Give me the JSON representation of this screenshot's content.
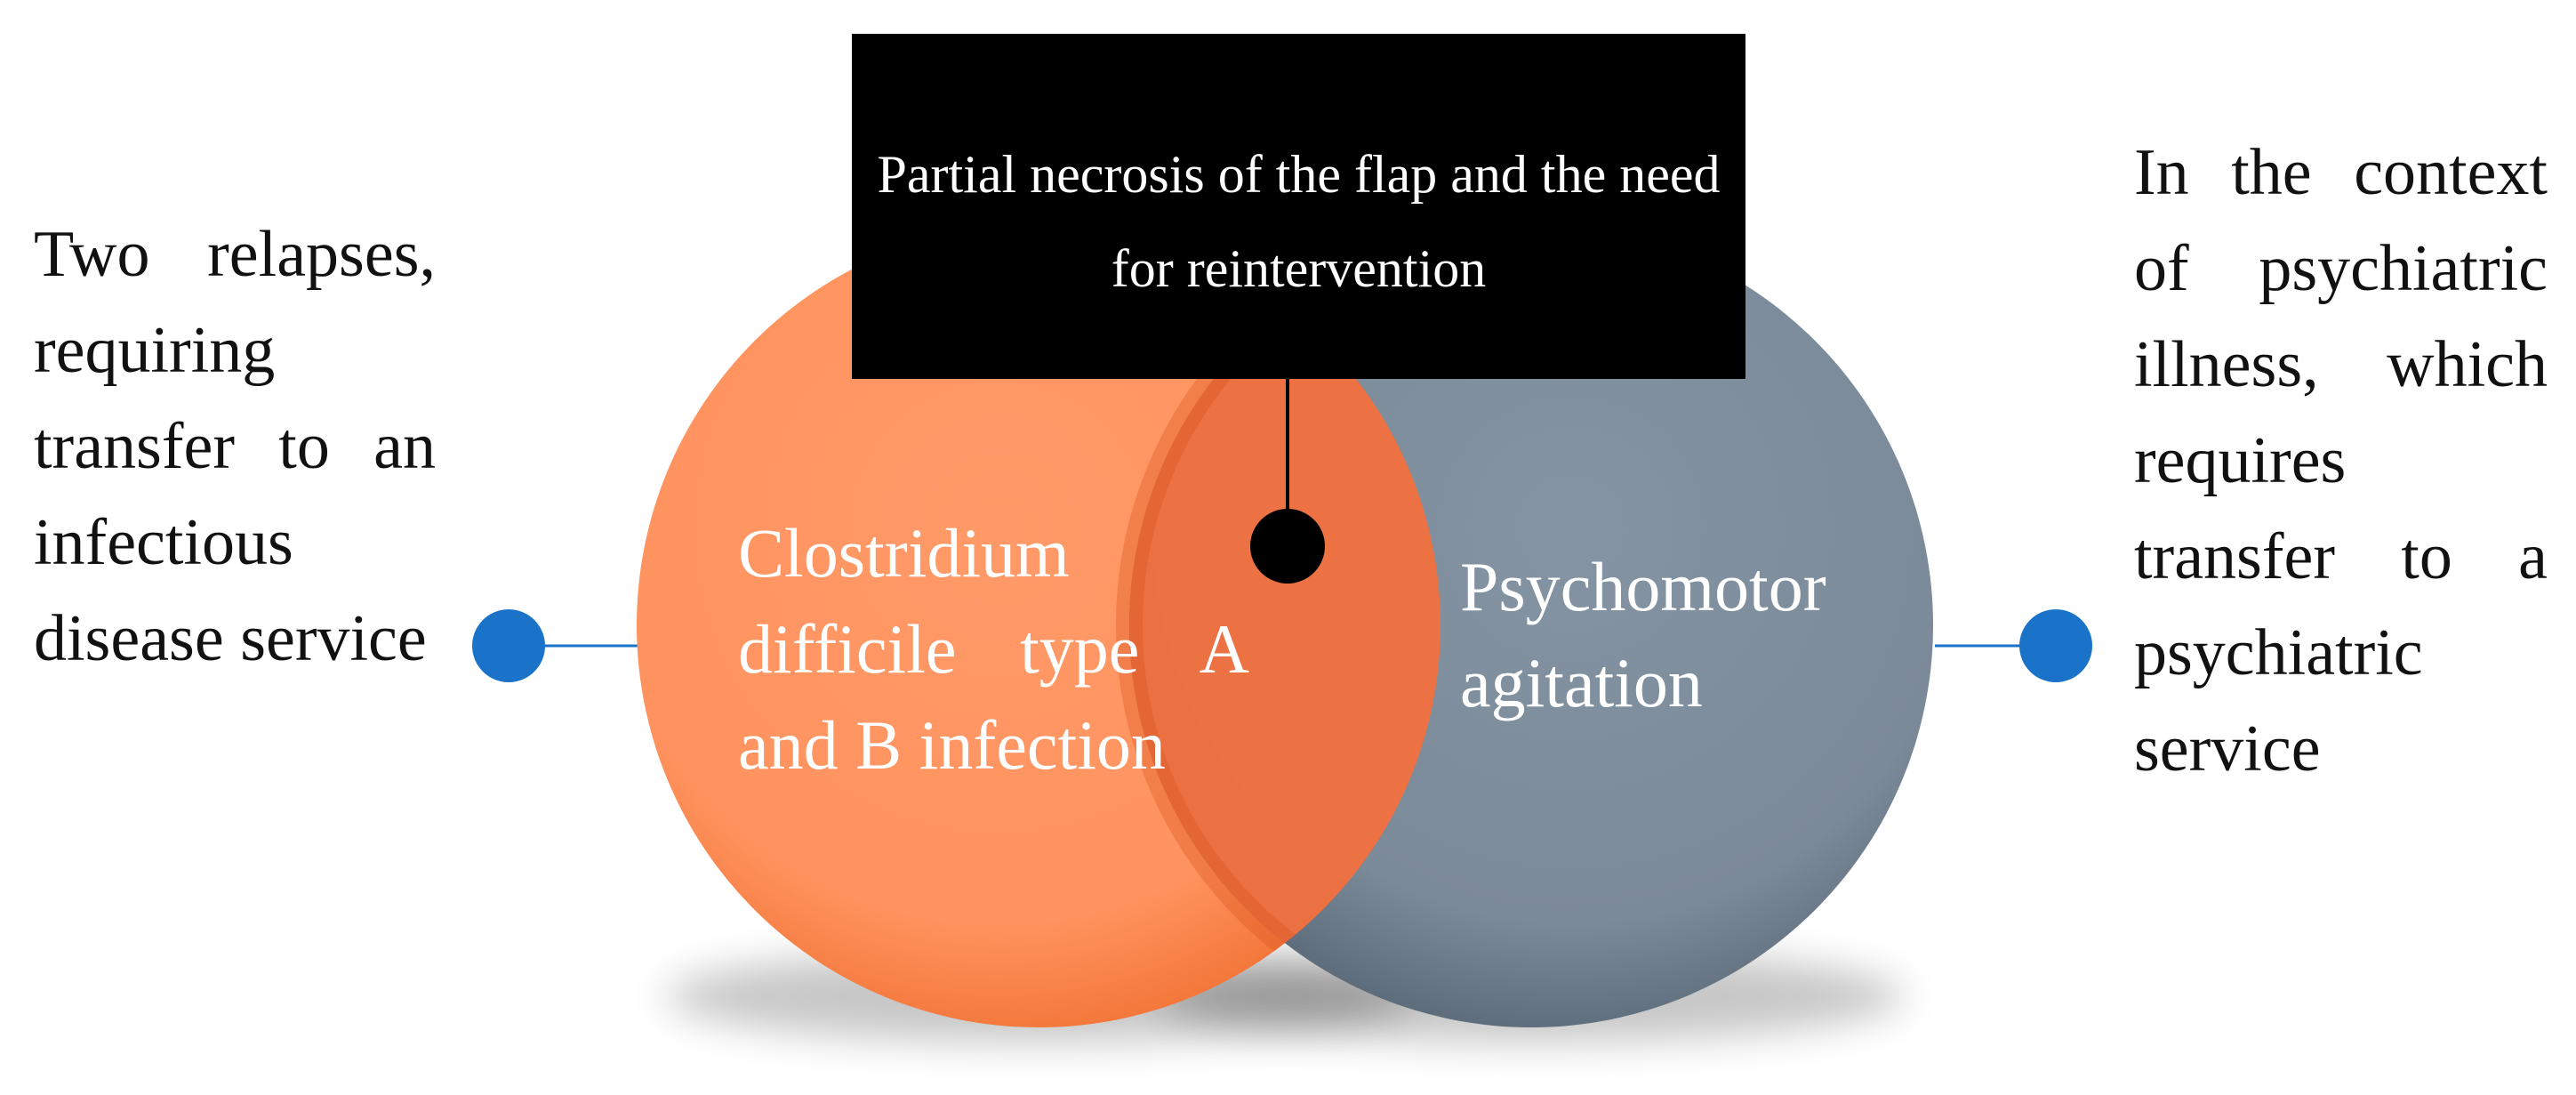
{
  "top_box": {
    "text": "Partial necrosis of the flap and the need for reintervention"
  },
  "left_circle": {
    "label": "Clostridium difficile type A and B infection",
    "color": "#FF935F",
    "shade_color": "#E05A24"
  },
  "right_circle": {
    "label": "Psychomotor agitation",
    "color": "#7B8A99",
    "shade_color": "#3E4C5C"
  },
  "overlap_color": "#F07040",
  "left_note": {
    "text": "Two relapses, requiring transfer to an infectious disease service"
  },
  "right_note": {
    "text": "In the context of psychiatric illness, which requires transfer to a psychiatric service"
  },
  "connector_dot_color": "#1A73C8",
  "center_dot_color": "#000000"
}
